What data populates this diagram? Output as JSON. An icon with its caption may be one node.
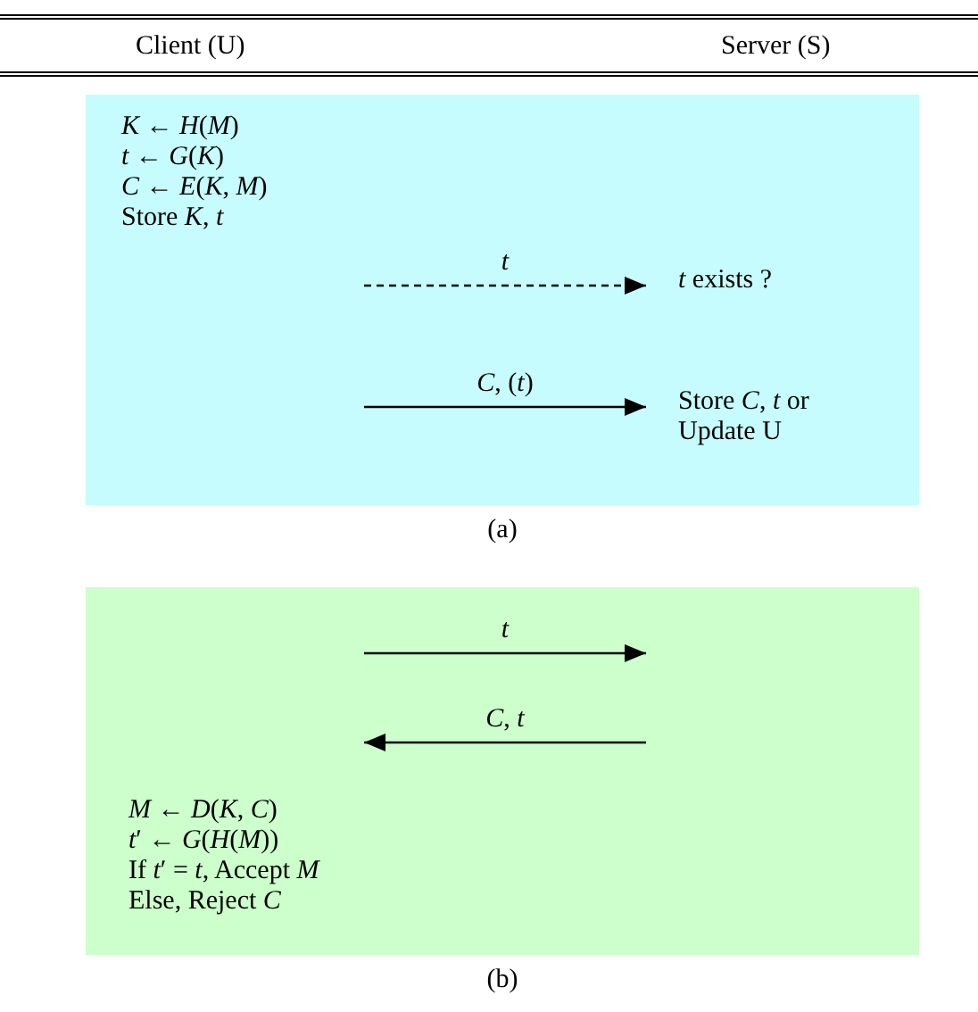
{
  "diagram": {
    "nodes": [
      {
        "text": [],
        "shape": "box",
        "beside": [
          "(a)"
        ]
      },
      {
        "text": [
          "*K* ← *H*(*M*)",
          "*t* ← *G*(*K*)",
          "*C* ← *E*(*K*, *M*)",
          "Store *K*, *t*"
        ],
        "in": 0
      },
      {
        "text": [
          "*t* exists ?"
        ],
        "in": 0
      },
      {
        "text": [
          "Store *C*, *t* or Update U"
        ],
        "in": 0
      },
      {
        "text": [],
        "shape": "box",
        "beside": [
          "(b)"
        ]
      },
      {
        "text": [
          "*M* ← *D*(*K*, *C*)",
          "*t*′ ← *G*(*H*(*M*))",
          "If *t*′ = *t*, Accept *M*",
          "Else, Reject *C*"
        ],
        "in": 4
      }
    ],
    "edges": [
      {
        "from": null,
        "to": 2,
        "arrow": "to",
        "label": "*t*",
        "style": "dashed"
      },
      {
        "from": null,
        "to": 3,
        "arrow": "to",
        "label": "*C*, (*t*)"
      },
      {
        "from": null,
        "to": 5,
        "arrow": "to",
        "label": "*C*, *t*"
      }
    ],
    "labels": [
      "Client (U)",
      "Server (S)",
      "*t*"
    ]
  }
}
